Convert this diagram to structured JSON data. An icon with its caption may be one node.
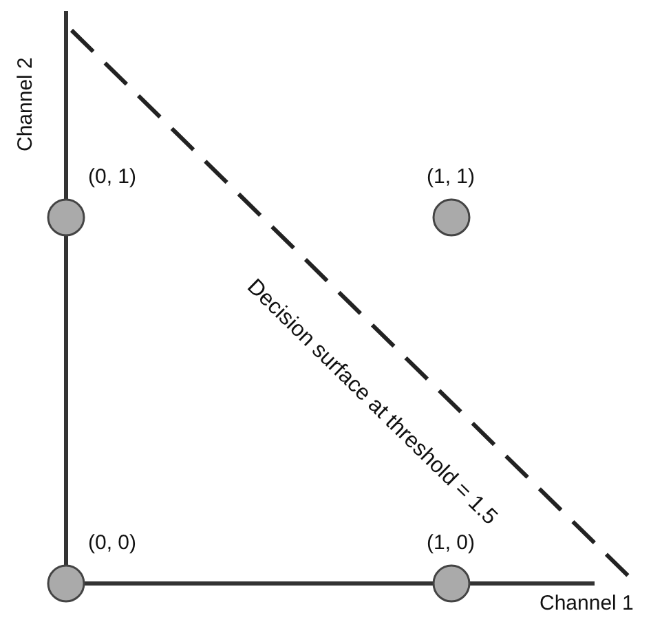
{
  "diagram": {
    "labels": [
      "Channel 2",
      "(0, 1)",
      "(1, 1)",
      "Decision surface at threshold = 1.5",
      "(0, 0)",
      "(1, 0)",
      "Channel 1"
    ]
  }
}
